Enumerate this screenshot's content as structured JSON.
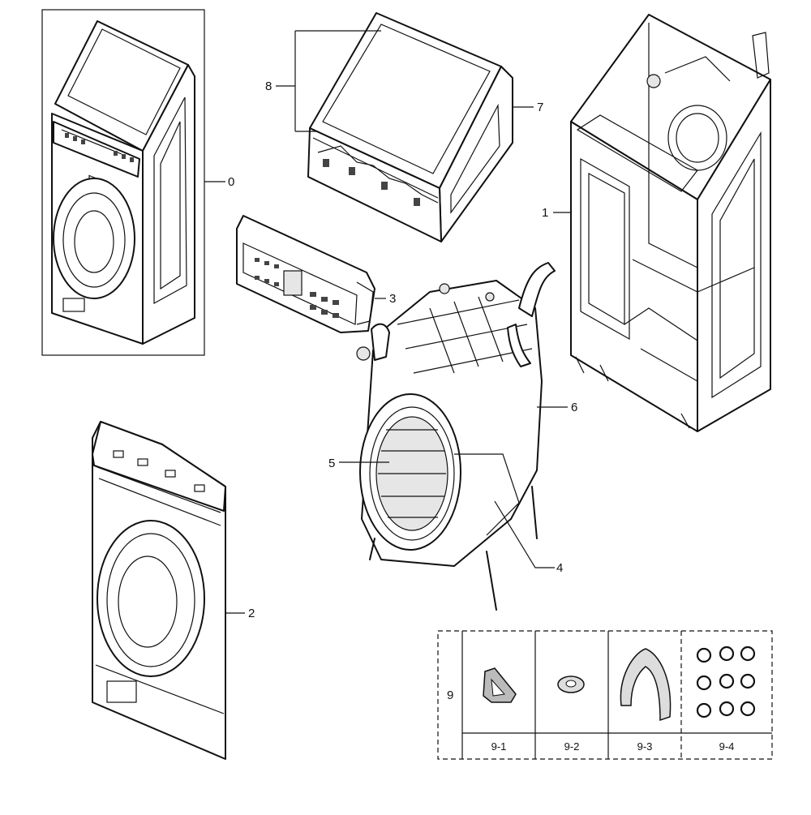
{
  "callouts": {
    "c0": "0",
    "c1": "1",
    "c2": "2",
    "c3": "3",
    "c4": "4",
    "c5": "5",
    "c6": "6",
    "c7": "7",
    "c8": "8",
    "c9": "9"
  },
  "accessory_table": {
    "group_label": "9",
    "items": [
      {
        "label": "9-1",
        "icon": "triangle-bracket-icon"
      },
      {
        "label": "9-2",
        "icon": "washer-ring-icon"
      },
      {
        "label": "9-3",
        "icon": "hose-guide-icon"
      },
      {
        "label": "9-4",
        "icon": "clamp-set-icon"
      }
    ]
  }
}
